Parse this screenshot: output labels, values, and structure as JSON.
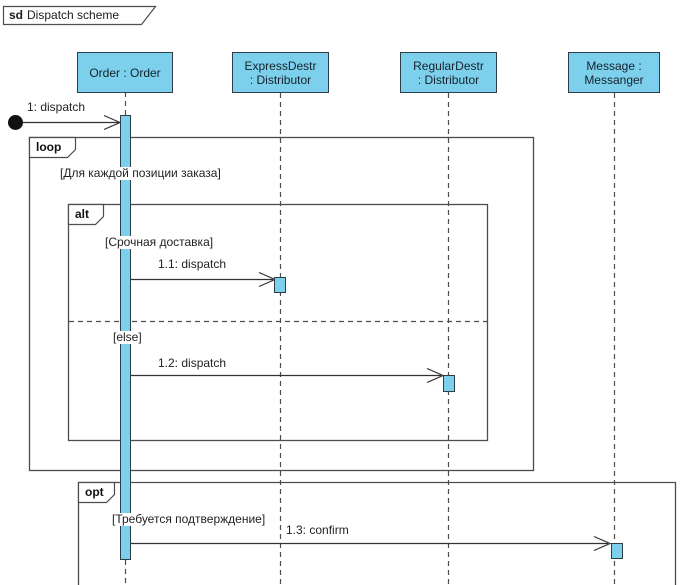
{
  "title": {
    "keyword": "sd",
    "name": "Dispatch scheme"
  },
  "lifelines": [
    {
      "id": "order",
      "line1": "Order : Order",
      "line2": ""
    },
    {
      "id": "express",
      "line1": "ExpressDestr",
      "line2": ": Distributor"
    },
    {
      "id": "regular",
      "line1": "RegularDestr",
      "line2": ": Distributor"
    },
    {
      "id": "message",
      "line1": "Message :",
      "line2": "Messanger"
    }
  ],
  "fragments": {
    "loop": {
      "operator": "loop",
      "guard": "[Для каждой позиции заказа]"
    },
    "alt": {
      "operator": "alt",
      "guard1": "[Срочная доставка]",
      "guard2": "[else]"
    },
    "opt": {
      "operator": "opt",
      "guard": "[Требуется подтверждение]"
    }
  },
  "messages": {
    "m1": {
      "label": "1: dispatch"
    },
    "m11": {
      "label": "1.1: dispatch"
    },
    "m12": {
      "label": "1.2: dispatch"
    },
    "m13": {
      "label": "1.3: confirm"
    }
  },
  "colors": {
    "lifeline_fill": "#7DD0EC",
    "box_border": "#2E3D47",
    "frame_stroke": "#4D4D4D",
    "arrow_stroke": "#333333"
  }
}
